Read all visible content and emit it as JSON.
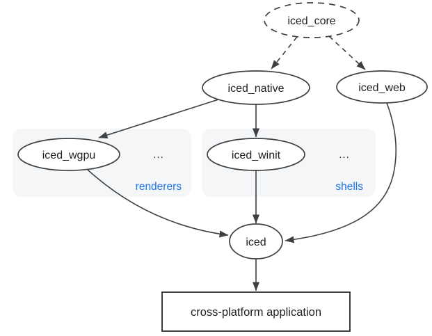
{
  "diagram": {
    "nodes": {
      "iced_core": {
        "label": "iced_core",
        "shape": "ellipse",
        "style": "dashed"
      },
      "iced_native": {
        "label": "iced_native",
        "shape": "ellipse",
        "style": "solid"
      },
      "iced_web": {
        "label": "iced_web",
        "shape": "ellipse",
        "style": "solid"
      },
      "iced_wgpu": {
        "label": "iced_wgpu",
        "shape": "ellipse",
        "style": "solid",
        "group": "renderers"
      },
      "iced_winit": {
        "label": "iced_winit",
        "shape": "ellipse",
        "style": "solid",
        "group": "shells"
      },
      "iced": {
        "label": "iced",
        "shape": "ellipse",
        "style": "solid"
      },
      "application": {
        "label": "cross-platform application",
        "shape": "rect",
        "style": "solid"
      }
    },
    "groups": {
      "renderers": {
        "label": "renderers",
        "ellipsis": "..."
      },
      "shells": {
        "label": "shells",
        "ellipsis": "..."
      }
    },
    "edges": [
      {
        "from": "iced_core",
        "to": "iced_native",
        "style": "dashed"
      },
      {
        "from": "iced_core",
        "to": "iced_web",
        "style": "dashed"
      },
      {
        "from": "iced_native",
        "to": "iced_wgpu",
        "style": "solid"
      },
      {
        "from": "iced_native",
        "to": "iced_winit",
        "style": "solid"
      },
      {
        "from": "iced_wgpu",
        "to": "iced",
        "style": "solid"
      },
      {
        "from": "iced_winit",
        "to": "iced",
        "style": "solid"
      },
      {
        "from": "iced_web",
        "to": "iced",
        "style": "solid"
      },
      {
        "from": "iced",
        "to": "application",
        "style": "solid"
      }
    ],
    "colors": {
      "background": "#ffffff",
      "node_fill": "#ffffff",
      "node_stroke": "#3c4043",
      "edge": "#3c4043",
      "text": "#202124",
      "group_fill": "#f4f6f8",
      "group_label": "#1a73e8"
    }
  }
}
